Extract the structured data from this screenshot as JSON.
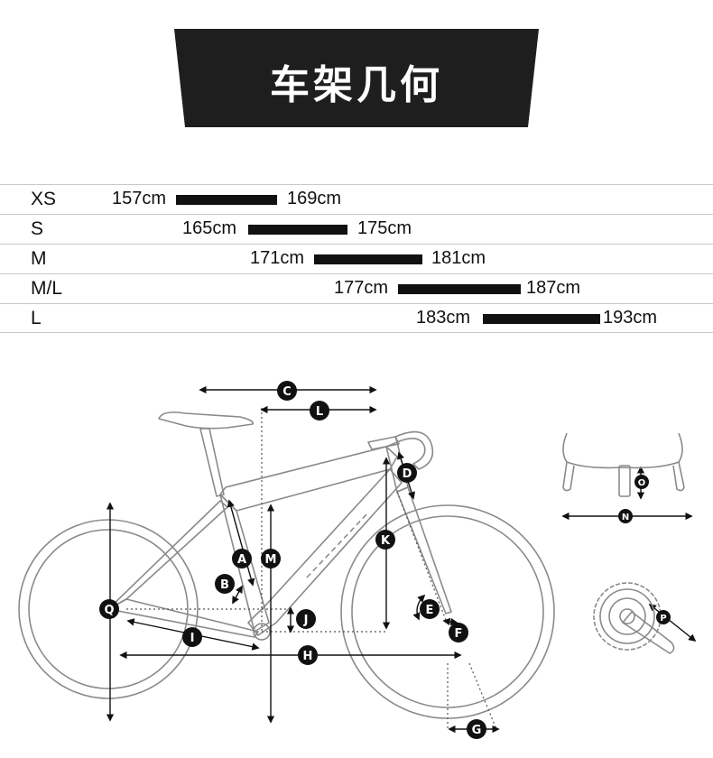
{
  "title": "车架几何",
  "size_rows": [
    {
      "size": "XS",
      "min": "157cm",
      "max": "169cm"
    },
    {
      "size": "S",
      "min": "165cm",
      "max": "175cm"
    },
    {
      "size": "M",
      "min": "171cm",
      "max": "181cm"
    },
    {
      "size": "M/L",
      "min": "177cm",
      "max": "187cm"
    },
    {
      "size": "L",
      "min": "183cm",
      "max": "193cm"
    }
  ],
  "dimension_labels": {
    "A": "A",
    "B": "B",
    "C": "C",
    "D": "D",
    "E": "E",
    "F": "F",
    "G": "G",
    "H": "H",
    "I": "I",
    "J": "J",
    "K": "K",
    "L": "L",
    "M": "M",
    "N": "N",
    "O": "O",
    "P": "P",
    "Q": "Q"
  },
  "colors": {
    "banner": "#1e1e1e",
    "bar": "#111111",
    "line": "#888888",
    "badge": "#111111"
  }
}
